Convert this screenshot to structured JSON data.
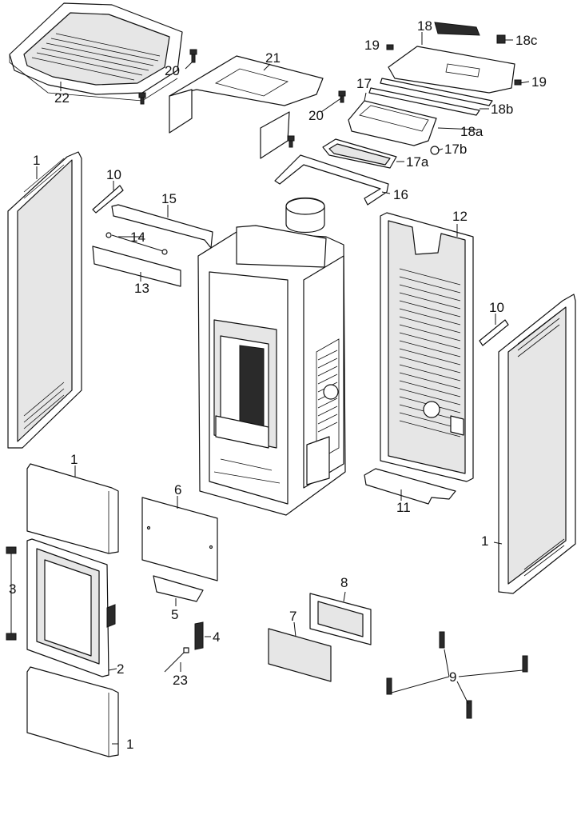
{
  "callouts": {
    "c1_top": "1",
    "c1_mid_left": "1",
    "c1_right": "1",
    "c1_bottom": "1",
    "c2": "2",
    "c3": "3",
    "c4": "4",
    "c5": "5",
    "c6": "6",
    "c7": "7",
    "c8": "8",
    "c9": "9",
    "c10_left": "10",
    "c10_right": "10",
    "c11": "11",
    "c12": "12",
    "c13": "13",
    "c14": "14",
    "c15": "15",
    "c16": "16",
    "c17": "17",
    "c17a": "17a",
    "c17b": "17b",
    "c18": "18",
    "c18a": "18a",
    "c18b": "18b",
    "c18c": "18c",
    "c19_left": "19",
    "c19_right": "19",
    "c20_left": "20",
    "c20_right": "20",
    "c21": "21",
    "c22": "22",
    "c23": "23"
  }
}
